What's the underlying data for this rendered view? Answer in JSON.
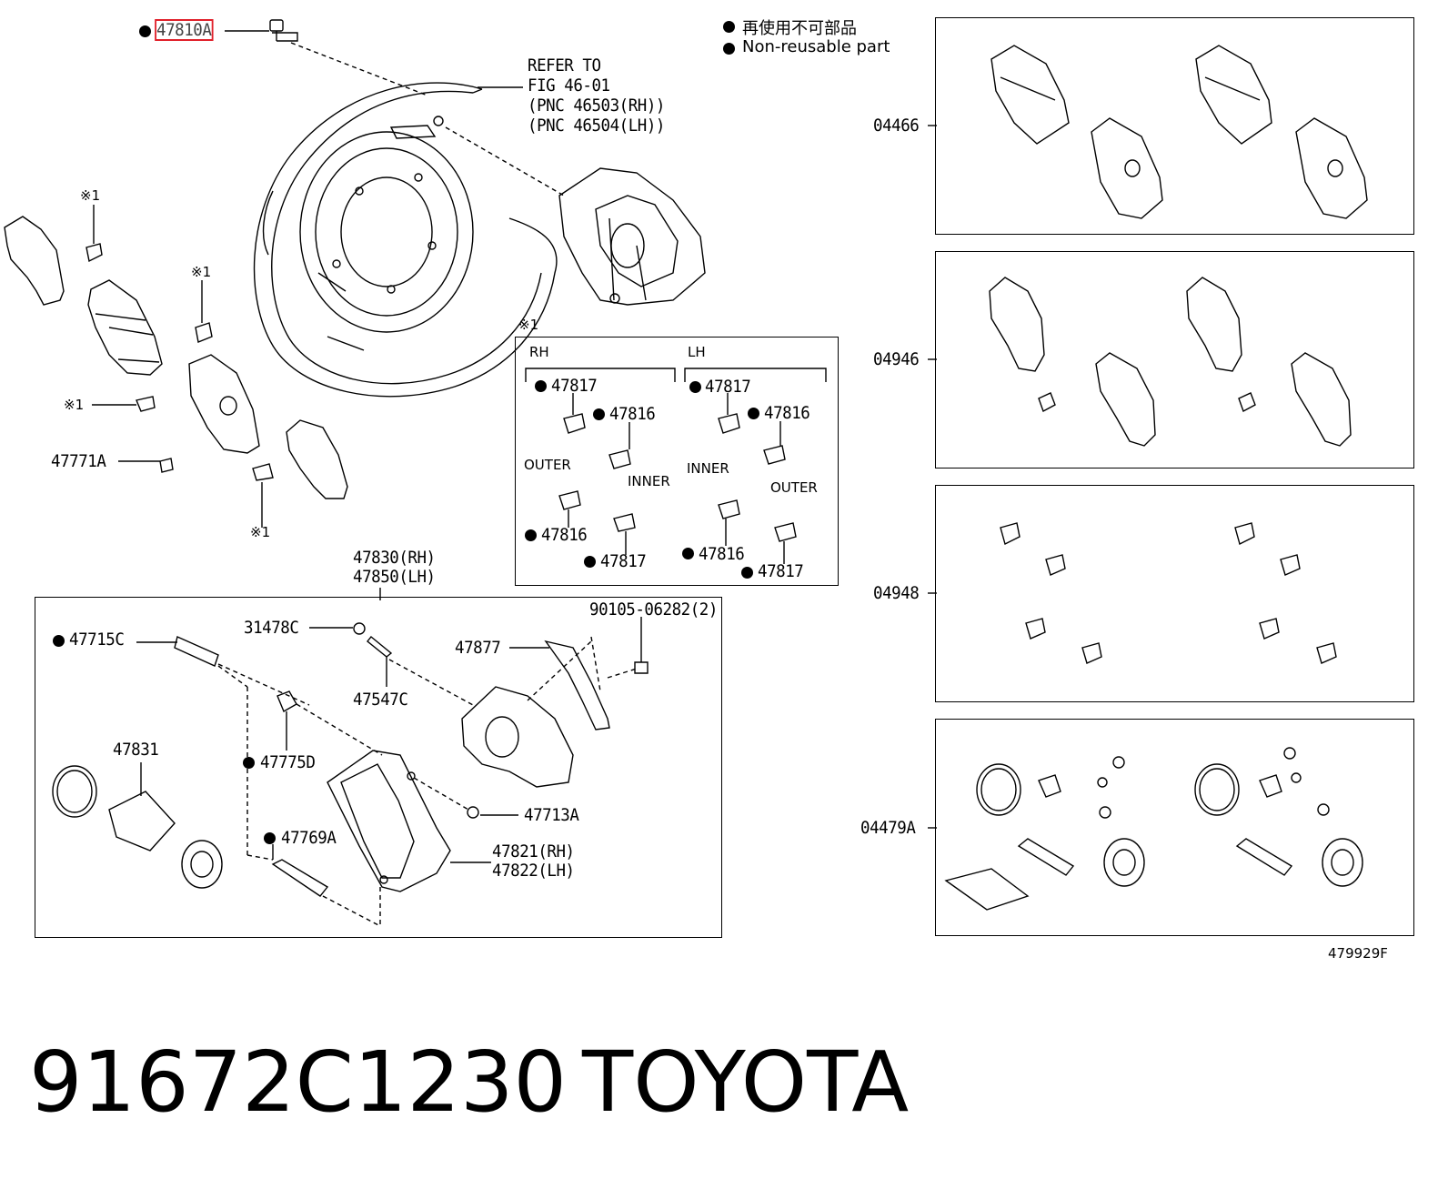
{
  "legend": {
    "jp": "再使用不可部品",
    "en": "Non-reusable part"
  },
  "refer_note": [
    "REFER TO",
    "FIG 46-01",
    "(PNC 46503(RH))",
    "(PNC 46504(LH))"
  ],
  "mark_x1": "※1",
  "parts": {
    "p47810A": "47810A",
    "p47771A": "47771A",
    "p47830": "47830(RH)",
    "p47850": "47850(LH)",
    "p47715C": "47715C",
    "p31478C": "31478C",
    "p47547C": "47547C",
    "p90105": "90105-06282(2)",
    "p47877": "47877",
    "p47831": "47831",
    "p47775D": "47775D",
    "p47713A": "47713A",
    "p47769A": "47769A",
    "p47821": "47821(RH)",
    "p47822": "47822(LH)"
  },
  "shim_box": {
    "rh": "RH",
    "lh": "LH",
    "outer": "OUTER",
    "inner": "INNER",
    "n47817": "47817",
    "n47816": "47816"
  },
  "kits": [
    "04466",
    "04946",
    "04948",
    "04479A"
  ],
  "figure_id": "479929F",
  "footer": {
    "part_number": "91672C1230",
    "brand": "TOYOTA"
  }
}
